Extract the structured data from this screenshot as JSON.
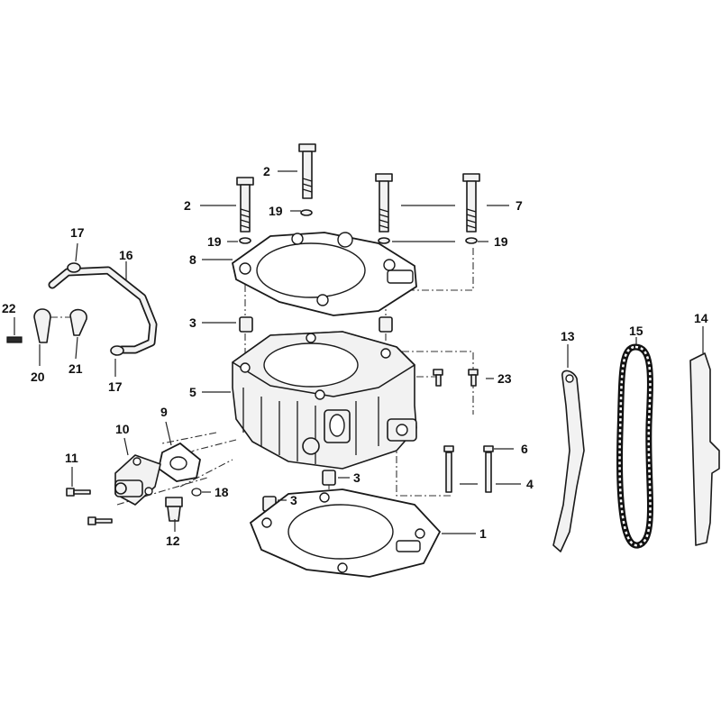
{
  "callouts": {
    "c1": "1",
    "c2a": "2",
    "c2b": "2",
    "c3a": "3",
    "c3b": "3",
    "c3c": "3",
    "c4": "4",
    "c5": "5",
    "c6": "6",
    "c7": "7",
    "c8": "8",
    "c9": "9",
    "c10": "10",
    "c11": "11",
    "c12": "12",
    "c13": "13",
    "c14": "14",
    "c15": "15",
    "c16": "16",
    "c17a": "17",
    "c17b": "17",
    "c18": "18",
    "c19a": "19",
    "c19b": "19",
    "c19c": "19",
    "c20": "20",
    "c21": "21",
    "c22": "22",
    "c23": "23"
  },
  "colors": {
    "line": "#1a1a1a",
    "fill": "#f2f2f2",
    "background": "#ffffff"
  }
}
